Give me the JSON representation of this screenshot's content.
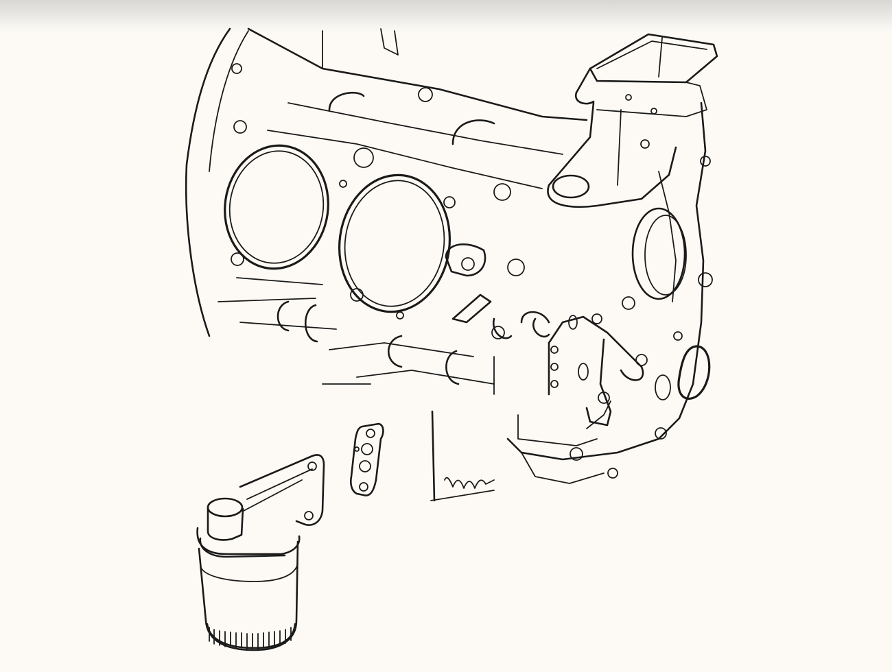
{
  "window": {
    "background": "#fdfaf5",
    "line_color": "#1a1a1a"
  },
  "illustration": {
    "parts": [
      "engine-block",
      "cylinder-bore",
      "mounting-bracket",
      "side-cover-plate",
      "gasket",
      "oil-filter-adapter",
      "oil-filter-cartridge"
    ]
  }
}
